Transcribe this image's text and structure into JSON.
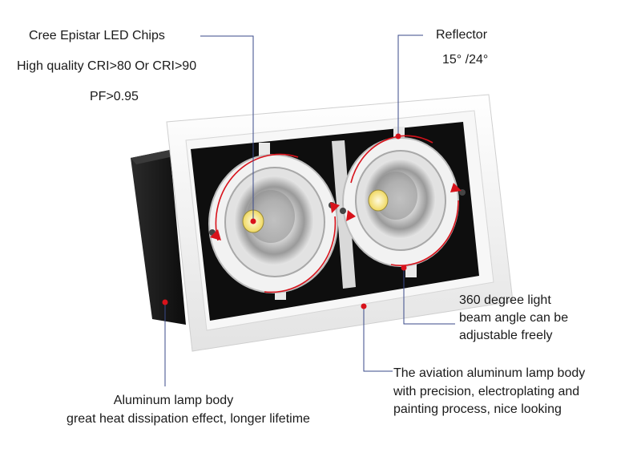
{
  "callouts": {
    "chips": "Cree Epistar LED Chips",
    "cri": "High quality CRI>80 Or CRI>90",
    "pf": "PF>0.95",
    "reflector": "Reflector",
    "angles": "15° /24°",
    "rotation_line1": "360 degree light",
    "rotation_line2": "beam angle can be",
    "rotation_line3": "adjustable freely",
    "body_line1": "Aluminum lamp body",
    "body_line2": "great heat dissipation effect, longer lifetime",
    "aviation_line1": "The aviation aluminum lamp body",
    "aviation_line2": "with precision, electroplating and",
    "aviation_line3": "painting process, nice looking"
  },
  "colors": {
    "leader": "#3a4a8a",
    "marker": "#d8121b",
    "frame": "#f4f4f4",
    "housing": "#111111",
    "chip": "#f3e27a"
  }
}
